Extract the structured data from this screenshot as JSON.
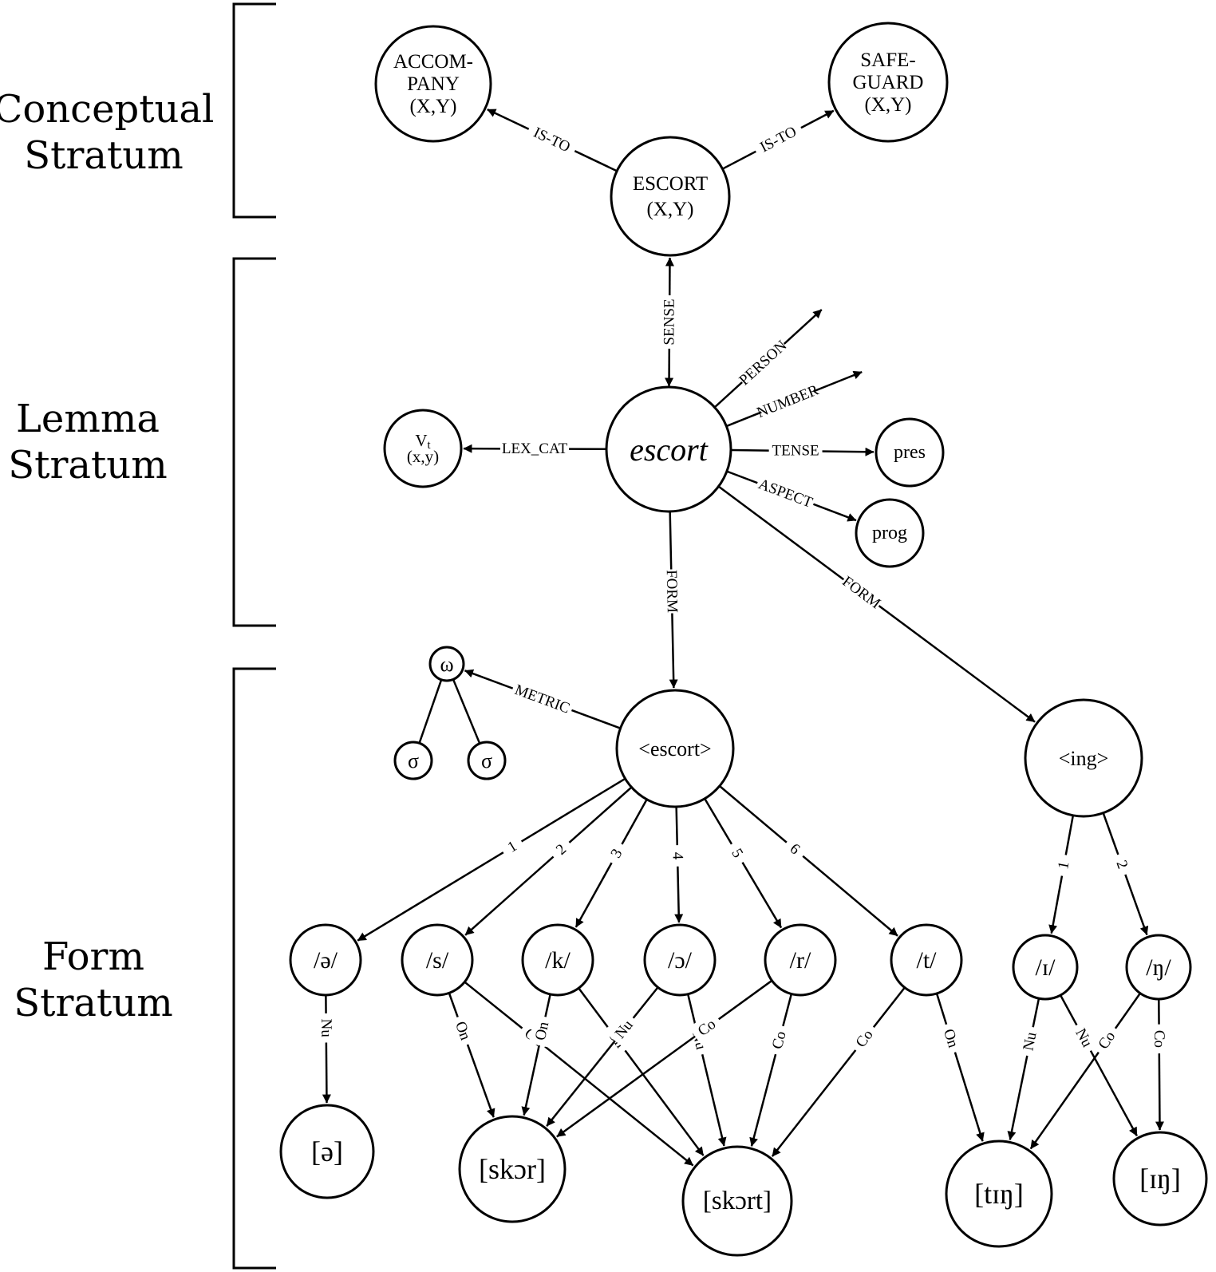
{
  "strata": [
    {
      "id": "conceptual",
      "lines": [
        "Conceptual",
        "Stratum"
      ]
    },
    {
      "id": "lemma",
      "lines": [
        "Lemma",
        "Stratum"
      ]
    },
    {
      "id": "form",
      "lines": [
        "Form",
        "Stratum"
      ]
    }
  ],
  "nodes": [
    {
      "id": "accompany",
      "lines": [
        "ACCOM-",
        "PANY",
        "(X,Y)"
      ]
    },
    {
      "id": "safeguard",
      "lines": [
        "SAFE-",
        "GUARD",
        "(X,Y)"
      ]
    },
    {
      "id": "escort-concept",
      "lines": [
        "ESCORT",
        "(X,Y)"
      ]
    },
    {
      "id": "vt",
      "lines": [
        "V",
        "(x,y)"
      ],
      "subscript": "t"
    },
    {
      "id": "escort-lemma",
      "lines": [
        "escort"
      ]
    },
    {
      "id": "pres",
      "lines": [
        "pres"
      ]
    },
    {
      "id": "prog",
      "lines": [
        "prog"
      ]
    },
    {
      "id": "omega",
      "lines": [
        "ω"
      ]
    },
    {
      "id": "sigma1",
      "lines": [
        "σ"
      ]
    },
    {
      "id": "sigma2",
      "lines": [
        "σ"
      ]
    },
    {
      "id": "escort-form",
      "lines": [
        "<escort>"
      ]
    },
    {
      "id": "ing-form",
      "lines": [
        "<ing>"
      ]
    },
    {
      "id": "ph-schwa",
      "lines": [
        "/ə/"
      ]
    },
    {
      "id": "ph-s",
      "lines": [
        "/s/"
      ]
    },
    {
      "id": "ph-k",
      "lines": [
        "/k/"
      ]
    },
    {
      "id": "ph-open-o",
      "lines": [
        "/ɔ/"
      ]
    },
    {
      "id": "ph-r",
      "lines": [
        "/r/"
      ]
    },
    {
      "id": "ph-t",
      "lines": [
        "/t/"
      ]
    },
    {
      "id": "ph-i",
      "lines": [
        "/ɪ/"
      ]
    },
    {
      "id": "ph-eng",
      "lines": [
        "/ŋ/"
      ]
    },
    {
      "id": "syl-schwa",
      "lines": [
        "[ə]"
      ]
    },
    {
      "id": "syl-skor",
      "lines": [
        "[skɔr]"
      ]
    },
    {
      "id": "syl-skort",
      "lines": [
        "[skɔrt]"
      ]
    },
    {
      "id": "syl-ting",
      "lines": [
        "[tɪŋ]"
      ]
    },
    {
      "id": "syl-ing",
      "lines": [
        "[ɪŋ]"
      ]
    }
  ],
  "edges": [
    {
      "from": "escort-concept",
      "to": "accompany",
      "label": "IS-TO"
    },
    {
      "from": "escort-concept",
      "to": "safeguard",
      "label": "IS-TO"
    },
    {
      "from": "escort-lemma",
      "to": "escort-concept",
      "label": "SENSE",
      "bidirectional": true
    },
    {
      "from": "escort-lemma",
      "to": "person-target",
      "label": "PERSON"
    },
    {
      "from": "escort-lemma",
      "to": "number-target",
      "label": "NUMBER"
    },
    {
      "from": "escort-lemma",
      "to": "vt",
      "label": "LEX_CAT"
    },
    {
      "from": "escort-lemma",
      "to": "pres",
      "label": "TENSE"
    },
    {
      "from": "escort-lemma",
      "to": "prog",
      "label": "ASPECT"
    },
    {
      "from": "escort-lemma",
      "to": "escort-form",
      "label": "FORM"
    },
    {
      "from": "escort-lemma",
      "to": "ing-form",
      "label": "FORM"
    },
    {
      "from": "escort-form",
      "to": "omega",
      "label": "METRIC"
    },
    {
      "from": "omega",
      "to": "sigma1",
      "label": "",
      "plain": true
    },
    {
      "from": "omega",
      "to": "sigma2",
      "label": "",
      "plain": true
    },
    {
      "from": "escort-form",
      "to": "ph-schwa",
      "label": "1"
    },
    {
      "from": "escort-form",
      "to": "ph-s",
      "label": "2"
    },
    {
      "from": "escort-form",
      "to": "ph-k",
      "label": "3"
    },
    {
      "from": "escort-form",
      "to": "ph-open-o",
      "label": "4"
    },
    {
      "from": "escort-form",
      "to": "ph-r",
      "label": "5"
    },
    {
      "from": "escort-form",
      "to": "ph-t",
      "label": "6"
    },
    {
      "from": "ing-form",
      "to": "ph-i",
      "label": "1"
    },
    {
      "from": "ing-form",
      "to": "ph-eng",
      "label": "2"
    },
    {
      "from": "ph-schwa",
      "to": "syl-schwa",
      "label": "Nu"
    },
    {
      "from": "ph-s",
      "to": "syl-skor",
      "label": "On"
    },
    {
      "from": "ph-s",
      "to": "syl-skort",
      "label": "On"
    },
    {
      "from": "ph-k",
      "to": "syl-skor",
      "label": "On"
    },
    {
      "from": "ph-k",
      "to": "syl-skort",
      "label": "On"
    },
    {
      "from": "ph-open-o",
      "to": "syl-skor",
      "label": "Nu"
    },
    {
      "from": "ph-open-o",
      "to": "syl-skort",
      "label": "Nu"
    },
    {
      "from": "ph-r",
      "to": "syl-skor",
      "label": "Co"
    },
    {
      "from": "ph-r",
      "to": "syl-skort",
      "label": "Co"
    },
    {
      "from": "ph-t",
      "to": "syl-skort",
      "label": "Co"
    },
    {
      "from": "ph-t",
      "to": "syl-ting",
      "label": "On"
    },
    {
      "from": "ph-i",
      "to": "syl-ting",
      "label": "Nu"
    },
    {
      "from": "ph-i",
      "to": "syl-ing",
      "label": "Nu"
    },
    {
      "from": "ph-eng",
      "to": "syl-ting",
      "label": "Co"
    },
    {
      "from": "ph-eng",
      "to": "syl-ing",
      "label": "Co"
    }
  ]
}
